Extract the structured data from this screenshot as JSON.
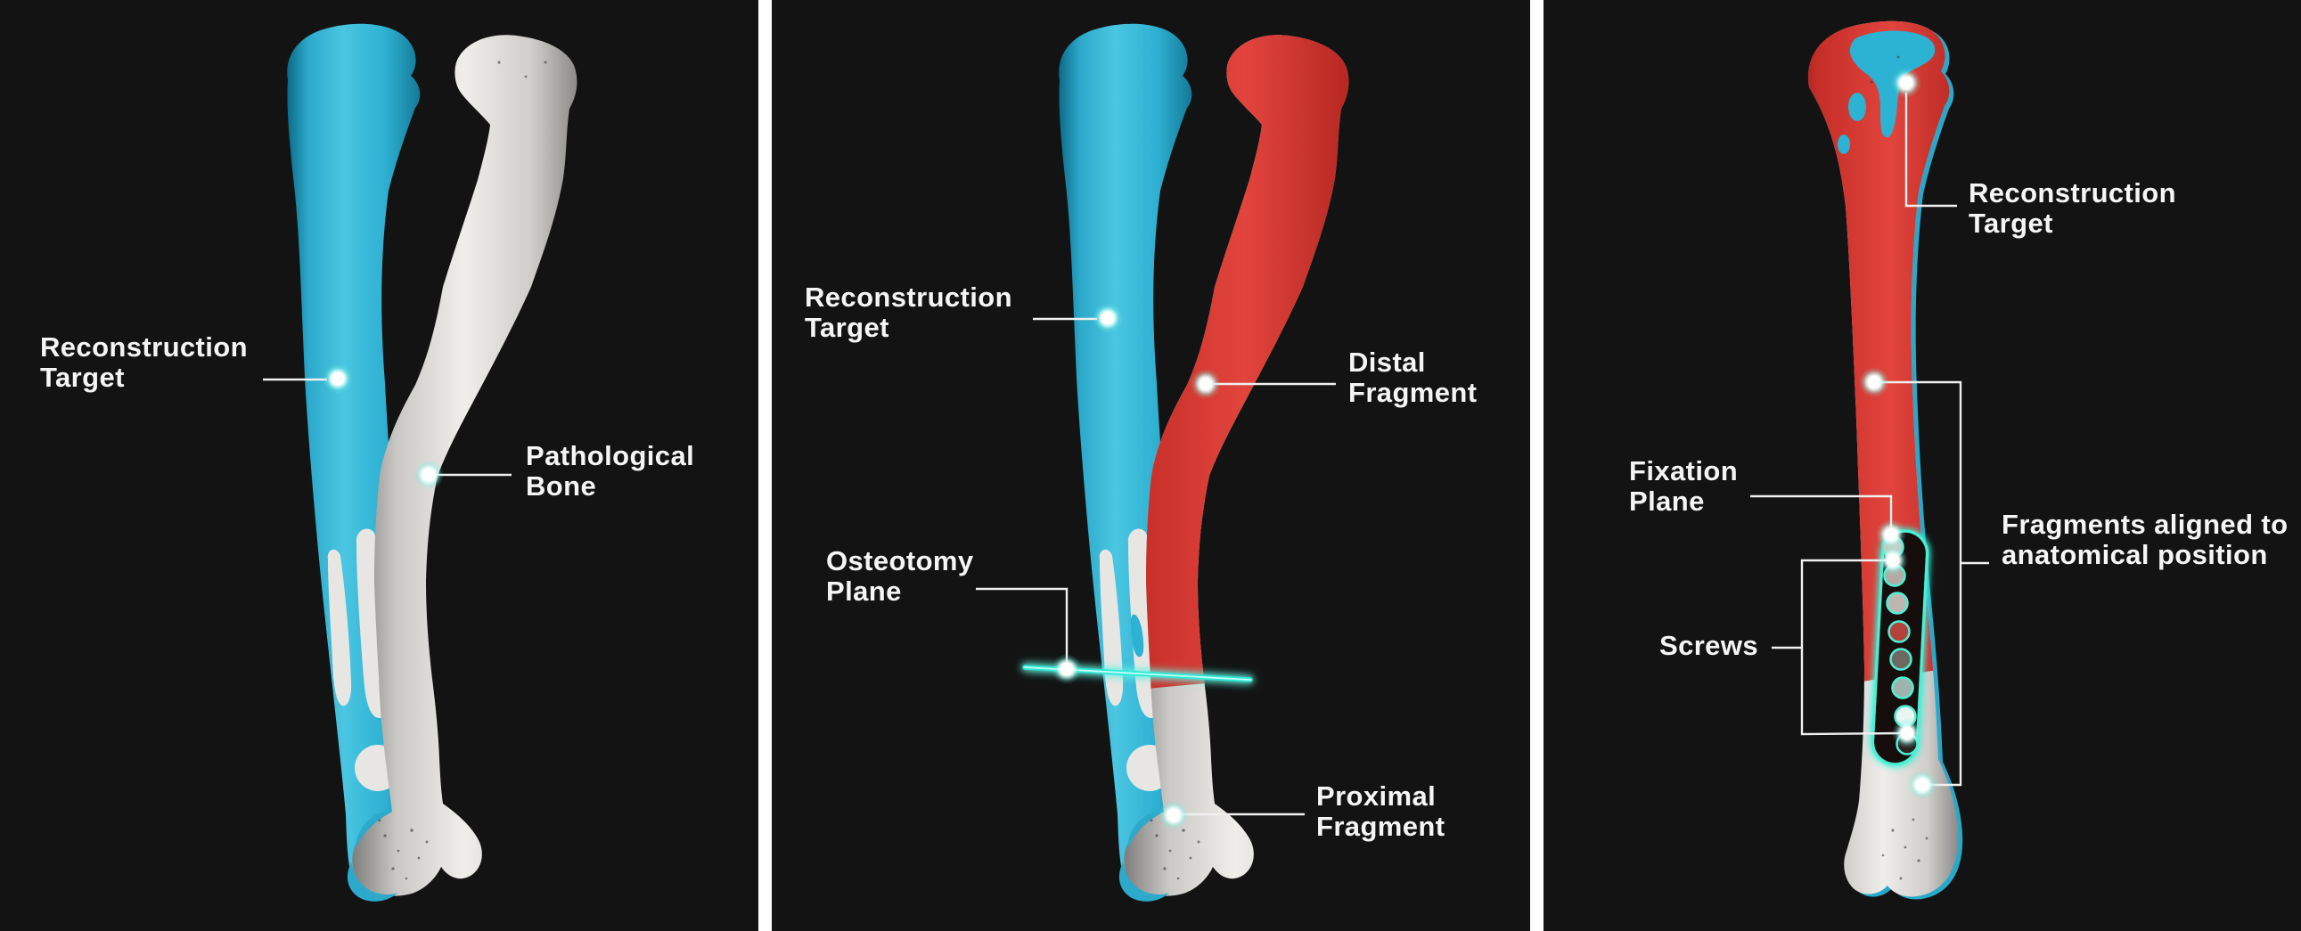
{
  "figure": {
    "panels": [
      {
        "name": "pathology-identification",
        "labels": [
          {
            "id": "reconstruction-target",
            "text": "Reconstruction Target"
          },
          {
            "id": "pathological-bone",
            "text": "Pathological Bone"
          }
        ]
      },
      {
        "name": "osteotomy-planning",
        "labels": [
          {
            "id": "reconstruction-target",
            "text": "Reconstruction Target"
          },
          {
            "id": "distal-fragment",
            "text": "Distal Fragment"
          },
          {
            "id": "osteotomy-plane",
            "text": "Osteotomy Plane"
          },
          {
            "id": "proximal-fragment",
            "text": "Proximal Fragment"
          }
        ]
      },
      {
        "name": "fixation-result",
        "labels": [
          {
            "id": "reconstruction-target",
            "text": "Reconstruction Target"
          },
          {
            "id": "fixation-plane",
            "text": "Fixation Plane"
          },
          {
            "id": "screws",
            "text": "Screws"
          },
          {
            "id": "fragments-aligned",
            "text": "Fragments aligned to anatomical position"
          }
        ],
        "screw_count": 8
      }
    ],
    "colors": {
      "background": "#131313",
      "divider": "#FFFFFF",
      "label_text": "#F5F5F5",
      "reconstruction_target_bone": "#2FB3D4",
      "pathological_bone": "#E9E7E4",
      "fragment_bone": "#D6312B",
      "glow_accent": "#3EEFD9",
      "leader_line": "#F0F0F0"
    }
  }
}
